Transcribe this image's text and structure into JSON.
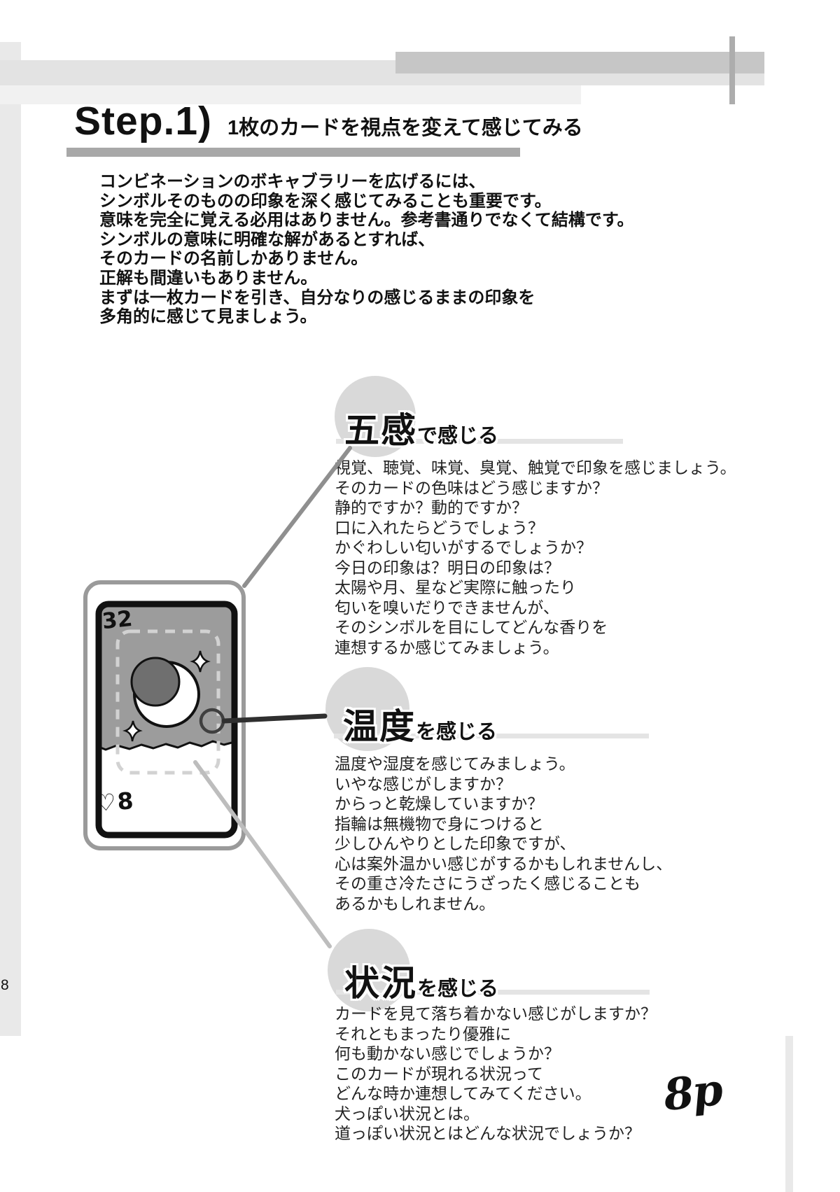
{
  "header": {
    "step_label": "Step.1)",
    "subtitle": "1枚のカードを視点を変えて感じてみる"
  },
  "intro": {
    "lines": [
      "コンビネーションのボキャブラリーを広げるには、",
      "シンボルそのものの印象を深く感じてみることも重要です。",
      "意味を完全に覚える必用はありません。参考書通りでなくて結構です。",
      "シンボルの意味に明確な解があるとすれば、",
      "そのカードの名前しかありません。",
      "正解も間違いもありません。",
      "まずは一枚カードを引き、自分なりの感じるままの印象を",
      "多角的に感じて見ましょう。"
    ]
  },
  "sections": [
    {
      "title_big": "五感",
      "title_small": "で感じる",
      "lines": [
        "視覚、聴覚、味覚、臭覚、触覚で印象を感じましょう。",
        "そのカードの色味はどう感じますか？",
        "静的ですか？動的ですか？",
        "口に入れたらどうでしょう？",
        "かぐわしい匂いがするでしょうか？",
        "今日の印象は？明日の印象は？",
        "太陽や月、星など実際に触ったり",
        "匂いを嗅いだりできませんが、",
        "そのシンボルを目にしてどんな香りを",
        "連想するか感じてみましょう。"
      ]
    },
    {
      "title_big": "温度",
      "title_small": "を感じる",
      "lines": [
        "温度や湿度を感じてみましょう。",
        "いやな感じがしますか？",
        "からっと乾燥していますか？",
        "指輪は無機物で身につけると",
        "少しひんやりとした印象ですが、",
        "心は案外温かい感じがするかもしれませんし、",
        "その重さ冷たさにうざったく感じることも",
        "あるかもしれません。"
      ]
    },
    {
      "title_big": "状況",
      "title_small": "を感じる",
      "lines": [
        "カードを見て落ち着かない感じがしますか？",
        "それともまったり優雅に",
        "何も動かない感じでしょうか？",
        "このカードが現れる状況って",
        "どんな時か連想してみてください。",
        "犬っぽい状況とは。",
        "道っぽい状況とはどんな状況でしょうか？"
      ]
    }
  ],
  "card": {
    "corner_number": "32",
    "suit_label": "♡8"
  },
  "page_numbers": {
    "left_edge": "8",
    "bottom_right": "8p"
  },
  "colors": {
    "circle_gray": "#d9d9d9",
    "band_gray": "#e3e3e3",
    "bar_gray": "#c6c6c6",
    "rule_gray": "#e4e4e4",
    "header_rule_gray": "#a8a8a8",
    "card_sky_gray": "#9c9c9c",
    "ink_black": "#111111"
  }
}
